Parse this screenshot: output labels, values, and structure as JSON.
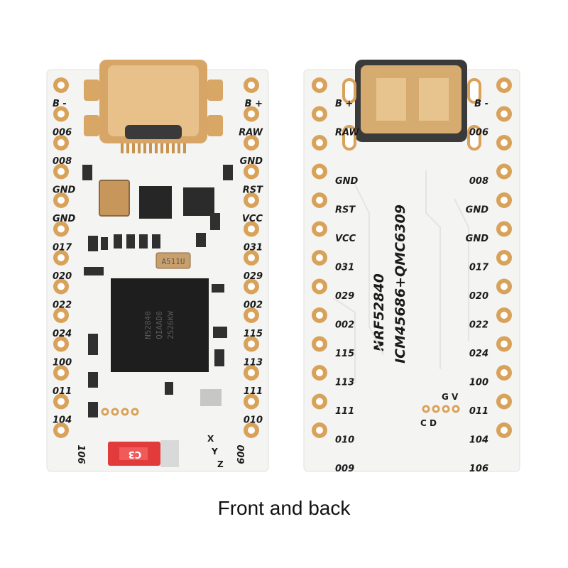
{
  "caption": "Front and back",
  "front": {
    "left_pins": [
      "B -",
      "006",
      "008",
      "GND",
      "GND",
      "017",
      "020",
      "022",
      "024",
      "100",
      "011",
      "104"
    ],
    "right_pins": [
      "B +",
      "RAW",
      "GND",
      "RST",
      "VCC",
      "031",
      "029",
      "002",
      "115",
      "113",
      "111",
      "010"
    ],
    "bottom_left": "106",
    "bottom_right": "009",
    "chip_text": [
      "N52840",
      "QIAAD0",
      "2526KW"
    ],
    "crystal_text": "A511U",
    "button_text": "C3",
    "xyz": [
      "X",
      "Y",
      "Z"
    ]
  },
  "back": {
    "left_pins": [
      "B +",
      "RAW",
      "GND",
      "RST",
      "VCC",
      "031",
      "029",
      "002",
      "115",
      "113",
      "111",
      "010",
      "009"
    ],
    "right_pins": [
      "B -",
      "006",
      "008",
      "GND",
      "GND",
      "017",
      "020",
      "022",
      "024",
      "100",
      "011",
      "104",
      "106"
    ],
    "chip_label_1": "NRF52840",
    "chip_label_2": "ICM45686+QMC6309",
    "gv": "G V",
    "cd": "C D"
  },
  "colors": {
    "board": "#f4f4f2",
    "pad": "#d9a25a",
    "copper_bright": "#e7b36e",
    "chip": "#1e1e1e",
    "button": "#e23b3b"
  }
}
